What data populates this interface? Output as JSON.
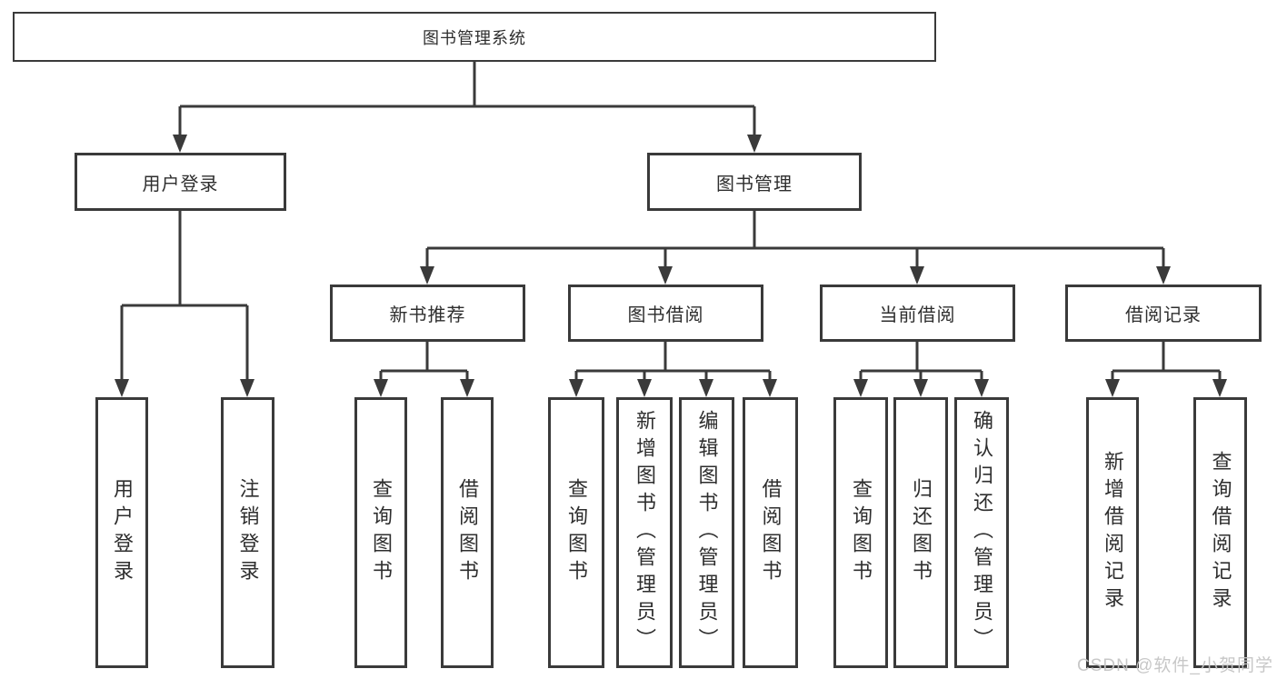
{
  "tree": {
    "label": "图书管理系统",
    "children": [
      {
        "label": "用户登录",
        "children": [
          {
            "label": "用户登录"
          },
          {
            "label": "注销登录"
          }
        ]
      },
      {
        "label": "图书管理",
        "children": [
          {
            "label": "新书推荐",
            "children": [
              {
                "label": "查询图书"
              },
              {
                "label": "借阅图书"
              }
            ]
          },
          {
            "label": "图书借阅",
            "children": [
              {
                "label": "查询图书"
              },
              {
                "label": "新增图书（管理员）"
              },
              {
                "label": "编辑图书（管理员）"
              },
              {
                "label": "借阅图书"
              }
            ]
          },
          {
            "label": "当前借阅",
            "children": [
              {
                "label": "查询图书"
              },
              {
                "label": "归还图书"
              },
              {
                "label": "确认归还（管理员）"
              }
            ]
          },
          {
            "label": "借阅记录",
            "children": [
              {
                "label": "新增借阅记录"
              },
              {
                "label": "查询借阅记录"
              }
            ]
          }
        ]
      }
    ]
  },
  "watermark": {
    "text": "CSDN @软件_小贺同学"
  },
  "colors": {
    "line": "#3a3a3a",
    "text": "#2e2e2e",
    "watermark": "#c5c5c5",
    "background": "#ffffff"
  }
}
